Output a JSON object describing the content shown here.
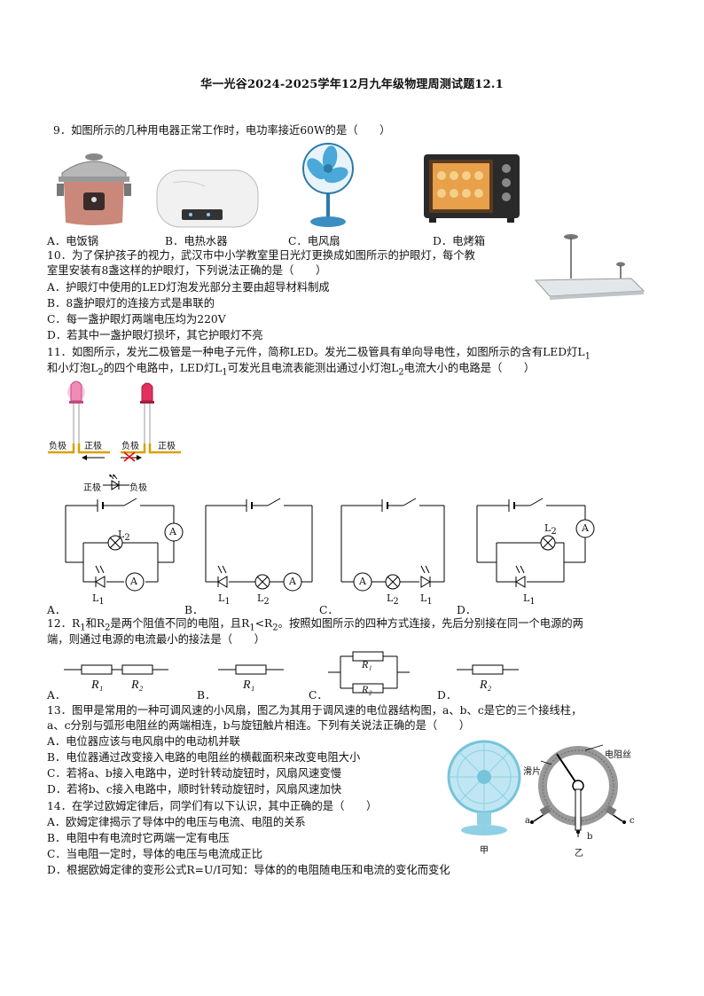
{
  "title": "华一光谷2024-2025学年12月九年级物理周测试题12.1",
  "q9": {
    "stem": "9．如图所示的几种用电器正常工作时，电功率接近60W的是（　　）",
    "options": [
      "A．电饭锅",
      "B．电热水器",
      "C．电风扇",
      "D．电烤箱"
    ]
  },
  "q10": {
    "stem_line1": "10．为了保护孩子的视力，武汉市中小学教室里日光灯更换成如图所示的护眼灯，每个教",
    "stem_line2": "室里安装有8盏这样的护眼灯，下列说法正确的是（　　）",
    "options": [
      "A．护眼灯中使用的LED灯泡发光部分主要由超导材料制成",
      "B．8盏护眼灯的连接方式是串联的",
      "C．每一盏护眼灯两端电压均为220V",
      "D．若其中一盏护眼灯损坏，其它护眼灯不亮"
    ]
  },
  "q11": {
    "stem_line1": "11．如图所示，发光二极管是一种电子元件，简称LED。发光二极管具有单向导电性，如图所示的含有LED灯L",
    "stem_line1_sub": "1",
    "stem_line2a": "和小灯泡L",
    "stem_line2_sub": "2",
    "stem_line2b": "的四个电路中，LED灯L",
    "stem_line2_sub2": "1",
    "stem_line2c": "可发光且电流表能测出通过小灯泡L",
    "stem_line2_sub3": "2",
    "stem_line2d": "电流大小的电路是（　　）",
    "led_labels": {
      "neg": "负极",
      "pos": "正极"
    },
    "symbol_labels": {
      "pos": "正极",
      "neg": "负极"
    },
    "ammeter": "A",
    "lamp_label": "L",
    "options": [
      "A．",
      "B．",
      "C．",
      "D．"
    ]
  },
  "q12": {
    "stem_line1a": "12．R",
    "stem_line1b": "和R",
    "stem_line1c": "是两个阻值不同的电阻，且R",
    "stem_line1d": "<R",
    "stem_line1e": "。按照如图所示的四种方式连接，先后分别接在同一个电源的两",
    "stem_line2": "端，则通过电源的电流最小的接法是（　　）",
    "r1": "R₁",
    "r2": "R₂",
    "options": [
      "A．",
      "B．",
      "C．",
      "D．"
    ]
  },
  "q13": {
    "stem_line1": "13．图甲是常用的一种可调风速的小风扇，图乙为其用于调风速的电位器结构图，a、b、c是它的三个接线柱，",
    "stem_line2": "a、c分别与弧形电阻丝的两端相连，b与旋钮触片相连。下列有关说法正确的是（　　）",
    "options": [
      "A．电位器应该与电风扇中的电动机并联",
      "B．电位器通过改变接入电路的电阻丝的横截面积来改变电阻大小",
      "C．若将a、b接入电路中，逆时针转动旋钮时，风扇风速变慢",
      "D．若将b、c接入电路中，顺时针转动旋钮时，风扇风速加快"
    ],
    "fig_labels": {
      "jia": "甲",
      "yi": "乙",
      "wire": "电阻丝",
      "slider": "滑片",
      "a": "a",
      "b": "b",
      "c": "c"
    }
  },
  "q14": {
    "stem": "14．在学过欧姆定律后，同学们有以下认识，其中正确的是（　　）",
    "options": [
      "A．欧姆定律揭示了导体中的电压与电流、电阻的关系",
      "B．电阻中有电流时它两端一定有电压",
      "C．当电阻一定时，导体的电压与电流成正比",
      "D．根据欧姆定律的变形公式R=U/I可知：导体的的电阻随电压和电流的变化而变化"
    ]
  }
}
